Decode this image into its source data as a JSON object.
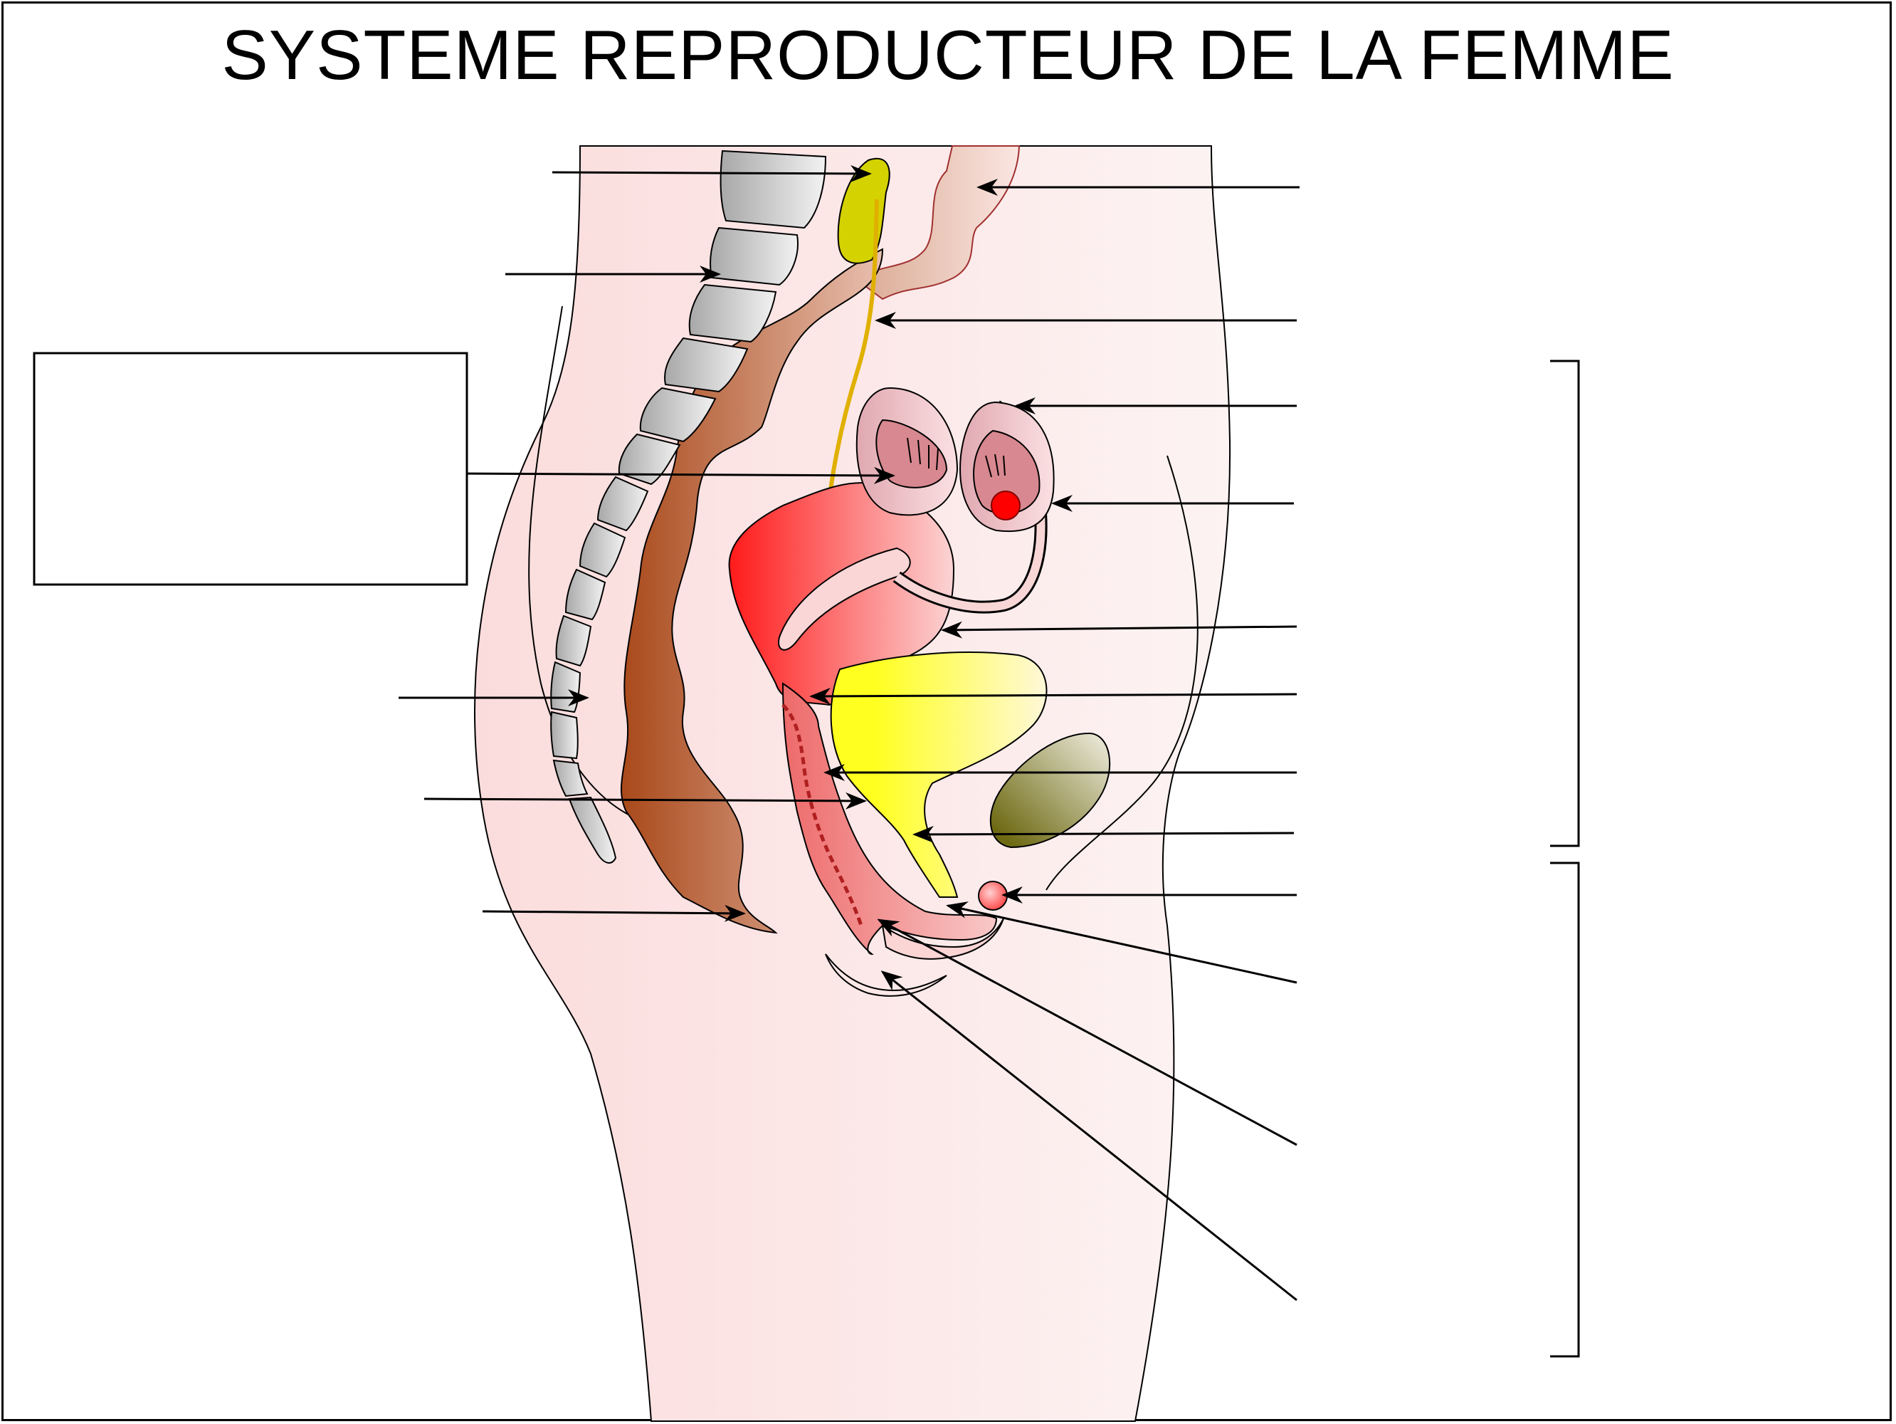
{
  "title": "SYSTEME REPRODUCTEUR DE LA FEMME",
  "colors": {
    "outline": "#000000",
    "skin_light": "#fdf1f1",
    "skin": "#fbdcdc",
    "bone": "#c0c0c0",
    "rectum": "#a9511b",
    "uterus": "#ff2a2a",
    "bladder": "#ffff3a",
    "pubis": "#7d7a20",
    "ovary_follicle": "#ff0000",
    "nerve": "#ffe04a"
  },
  "label_box": {
    "text": ""
  },
  "callouts": [
    {
      "side": "left",
      "target": "yellow-gland"
    },
    {
      "side": "left",
      "target": "vertebra"
    },
    {
      "side": "left",
      "target": "ovary-left"
    },
    {
      "side": "left",
      "target": "coccyx"
    },
    {
      "side": "left",
      "target": "vaginal-wall"
    },
    {
      "side": "left",
      "target": "anus"
    },
    {
      "side": "right",
      "target": "intestine"
    },
    {
      "side": "right",
      "target": "rectum-colon"
    },
    {
      "side": "right",
      "target": "fallopian-tube"
    },
    {
      "side": "right",
      "target": "ovary-right"
    },
    {
      "side": "right",
      "target": "uterus"
    },
    {
      "side": "right",
      "target": "cervix"
    },
    {
      "side": "right",
      "target": "vagina"
    },
    {
      "side": "right",
      "target": "urethra"
    },
    {
      "side": "right",
      "target": "clitoris"
    },
    {
      "side": "right",
      "target": "labia-minora"
    },
    {
      "side": "right",
      "target": "vaginal-opening"
    },
    {
      "side": "right",
      "target": "labia-majora"
    }
  ],
  "brackets": [
    {
      "name": "internal-organs"
    },
    {
      "name": "external-organs"
    }
  ]
}
